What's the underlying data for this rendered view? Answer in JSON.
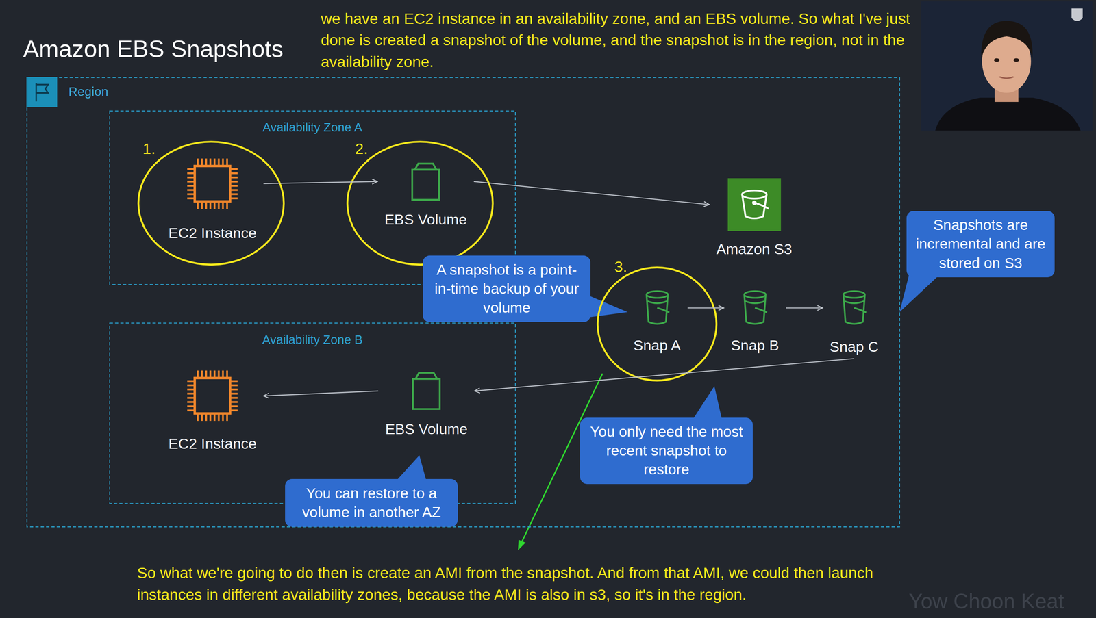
{
  "diagram": {
    "title": "Amazon EBS Snapshots",
    "nodes": [
      {
        "text": [
          "Region"
        ]
      },
      {
        "text": [
          "Availability Zone A"
        ],
        "in": 0
      },
      {
        "text": [
          "EC2 Instance"
        ],
        "in": 1
      },
      {
        "text": [
          "EBS Volume"
        ],
        "in": 1
      },
      {
        "text": [
          "Amazon S3"
        ],
        "in": 0
      },
      {
        "text": [
          "Snapshots are incremental and are stored on S3"
        ]
      },
      {
        "text": [
          "A snapshot is a point-in-time backup of your volume"
        ],
        "in": 0
      },
      {
        "text": [
          "Snap A"
        ],
        "in": 0
      },
      {
        "text": [
          "Snap B"
        ],
        "in": 0
      },
      {
        "text": [
          "Snap C"
        ],
        "in": 0
      },
      {
        "text": [
          "Availability Zone B"
        ],
        "in": 0
      },
      {
        "text": [
          "EC2 Instance"
        ],
        "in": 10
      },
      {
        "text": [
          "EBS Volume"
        ],
        "in": 10
      },
      {
        "text": [
          "You only need the most recent snapshot to restore"
        ],
        "in": 0
      },
      {
        "text": [
          "You can restore to a volume in another AZ"
        ],
        "in": 0
      }
    ],
    "edges": [
      {
        "from": 2,
        "to": 3,
        "arrow": "to"
      },
      {
        "from": 3,
        "to": 4,
        "arrow": "to"
      },
      {
        "from": 7,
        "to": 8,
        "arrow": "to"
      },
      {
        "from": 8,
        "to": 9,
        "arrow": "to"
      },
      {
        "from": 9,
        "to": 12,
        "arrow": "to"
      },
      {
        "from": 12,
        "to": 11,
        "arrow": "to"
      }
    ],
    "labels": [
      "we have an EC2 instance in an availability zone, and an EBS volume. So what I've just done is created a snapshot of the volume, and the snapshot is in the region, not in the availability zone.",
      "1.",
      "2.",
      "3.",
      "So what we're going to do then is create an AMI from the snapshot. And from that AMI, we could then launch instances in different availability zones, because the AMI is also in s3, so it's in the region.",
      "Yow Choon Keat"
    ]
  }
}
